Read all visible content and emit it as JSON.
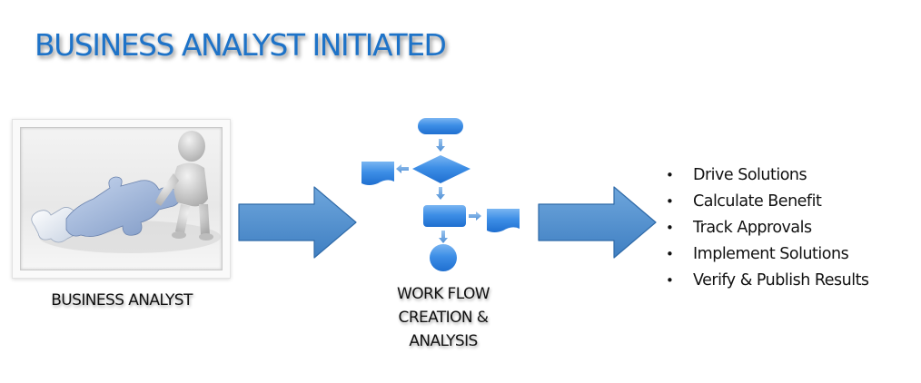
{
  "title": "BUSINESS ANALYST INITIATED",
  "stages": [
    {
      "label": "BUSINESS ANALYST",
      "image": "person-with-puzzle-piece"
    },
    {
      "label_lines": [
        "WORK FLOW",
        "CREATION &",
        "ANALYSIS"
      ],
      "image": "flowchart"
    }
  ],
  "outcomes": [
    "Drive Solutions",
    "Calculate Benefit",
    "Track Approvals",
    "Implement Solutions",
    "Verify & Publish Results"
  ],
  "bullet_glyph": "•",
  "colors": {
    "title": "#1e73c8",
    "arrow": "#4f8fcd",
    "arrow_edge": "#2f6aa8",
    "shape": "#3d8ee6",
    "puzzle": "#9fb6d8"
  }
}
